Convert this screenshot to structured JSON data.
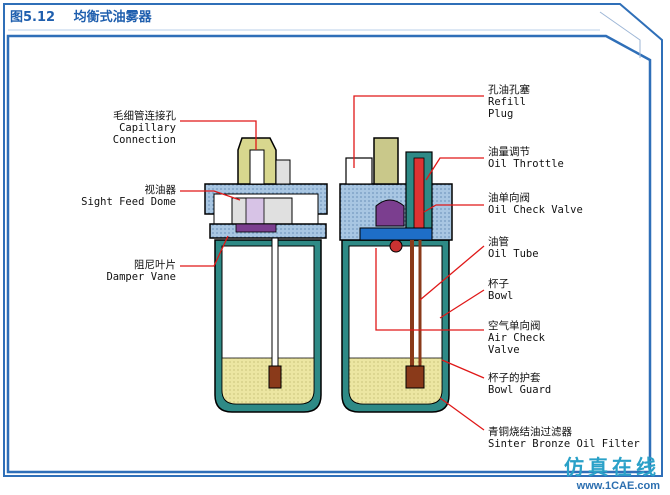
{
  "figure": {
    "number": "图5.12",
    "title": "均衡式油雾器"
  },
  "labels": {
    "capillary": {
      "zh": "毛细管连接孔",
      "en1": "Capillary",
      "en2": "Connection"
    },
    "sight_dome": {
      "zh": "视油器",
      "en1": "Sight Feed Dome"
    },
    "damper": {
      "zh": "阻尼叶片",
      "en1": "Damper Vane"
    },
    "refill": {
      "zh": "孔油孔塞",
      "en1": "Refill",
      "en2": "Plug"
    },
    "throttle": {
      "zh": "油量调节",
      "en1": "Oil Throttle"
    },
    "check_valve": {
      "zh": "油单向阀",
      "en1": "Oil Check Valve"
    },
    "oil_tube": {
      "zh": "油管",
      "en1": "Oil Tube"
    },
    "bowl": {
      "zh": "杯子",
      "en1": "Bowl"
    },
    "air_check": {
      "zh": "空气单向阀",
      "en1": "Air Check",
      "en2": "Valve"
    },
    "bowl_guard": {
      "zh": "杯子的护套",
      "en1": "Bowl Guard"
    },
    "sinter": {
      "zh": "青铜烧结油过滤器",
      "en1": "Sinter Bronze Oil Filter"
    }
  },
  "watermark": {
    "text": "仿真在线",
    "url": "www.1CAE.com"
  },
  "colors": {
    "frame_blue": "#2f6fb8",
    "body_dotted": "#9fc0de",
    "bowl_teal": "#2e8a86",
    "oil": "#e8e29a",
    "leader_red": "#e01818",
    "brass": "#c9c88a"
  }
}
